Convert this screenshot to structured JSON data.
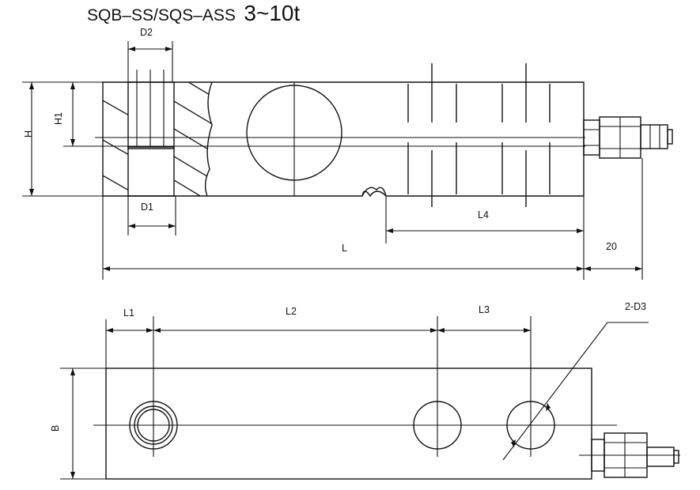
{
  "title": {
    "model": "SQB–SS/SQS–ASS",
    "range": "3~10t"
  },
  "labels": {
    "d2": "D2",
    "d1": "D1",
    "h": "H",
    "h1": "H1",
    "l4": "L4",
    "l": "L",
    "cable": "20",
    "l1": "L1",
    "l2": "L2",
    "l3": "L3",
    "b": "B",
    "holes": "2-D3"
  }
}
